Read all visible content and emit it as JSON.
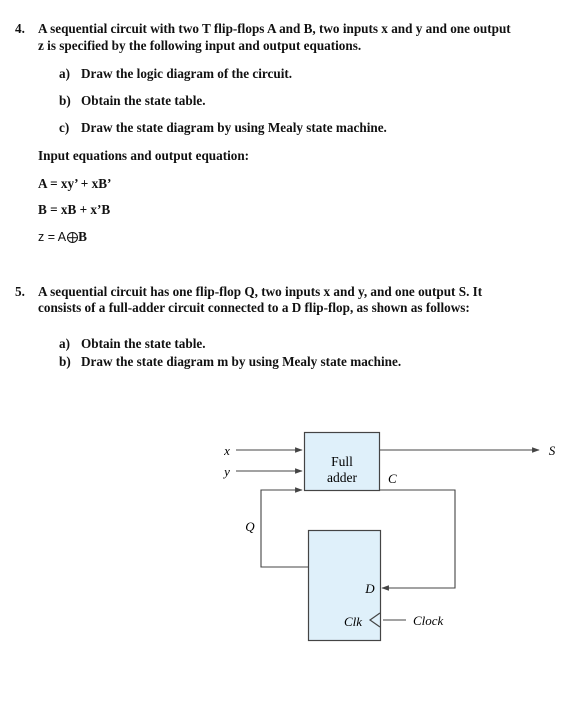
{
  "q4": {
    "number": "4.",
    "line1": "A sequential circuit with two T flip-flops A and B, two inputs x and y and one output",
    "line2": "z is specified by the following input and output equations.",
    "parts": [
      {
        "label": "a)",
        "text": "Draw the logic diagram of the circuit."
      },
      {
        "label": "b)",
        "text": "Obtain the state table."
      },
      {
        "label": "c)",
        "text": "Draw the state diagram by using Mealy state machine."
      }
    ],
    "equations_heading": "Input equations and output equation:",
    "eq_a": "A = xy’ + xB’",
    "eq_b": "B = xB + x’B",
    "eq_z_left": "z = A",
    "eq_z_operator": "xor",
    "eq_z_right": "B"
  },
  "q5": {
    "number": "5.",
    "line1": "A sequential circuit has one flip-flop Q, two inputs x and y, and one output S. It",
    "line2": "consists  of a full-adder circuit connected to a D flip-flop, as shown as follows:",
    "parts": [
      {
        "label": "a)",
        "text": "Obtain the state table."
      },
      {
        "label": "b)",
        "text": "Draw the state diagram m by using Mealy state machine."
      }
    ]
  },
  "diagram": {
    "input_x": "x",
    "input_y": "y",
    "feedback_q": "Q",
    "output_s": "S",
    "adder_line1": "Full",
    "adder_line2": "adder",
    "carry_label": "C",
    "d_label": "D",
    "clk_label": "Clk",
    "clock_label": "Clock",
    "colors": {
      "block_fill": "#dff0fa",
      "block_stroke": "#444444",
      "wire": "#444444"
    }
  }
}
